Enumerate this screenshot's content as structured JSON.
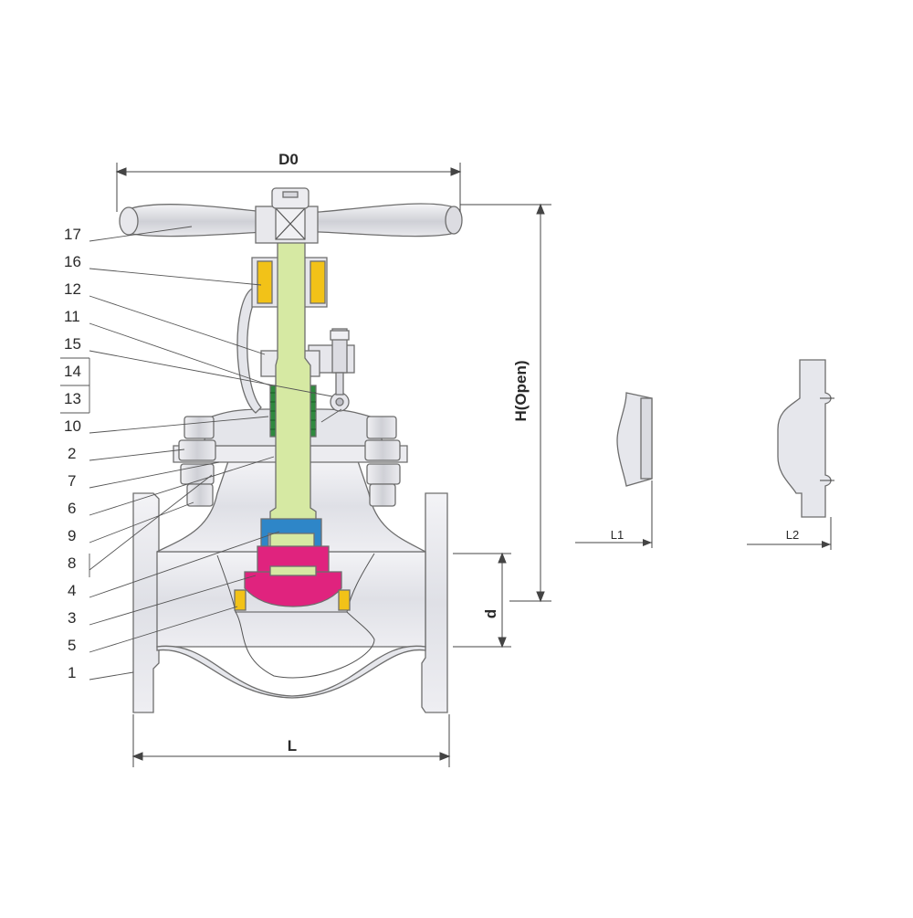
{
  "dimensions": {
    "top_width": "D0",
    "height_open": "H(Open)",
    "bore": "d",
    "length": "L",
    "length_variant_1": "L1",
    "length_variant_2": "L2"
  },
  "part_numbers": [
    "17",
    "16",
    "12",
    "11",
    "15",
    "14",
    "13",
    "10",
    "2",
    "7",
    "6",
    "9",
    "8",
    "4",
    "3",
    "5",
    "1"
  ],
  "colors": {
    "body": "#e9eaef",
    "stem": "#d6e9a3",
    "stem_nut": "#2e86c8",
    "disc": "#e0237e",
    "packing": "#2f8a3e",
    "bushing": "#f2c218",
    "outline": "#6e6e6e"
  }
}
